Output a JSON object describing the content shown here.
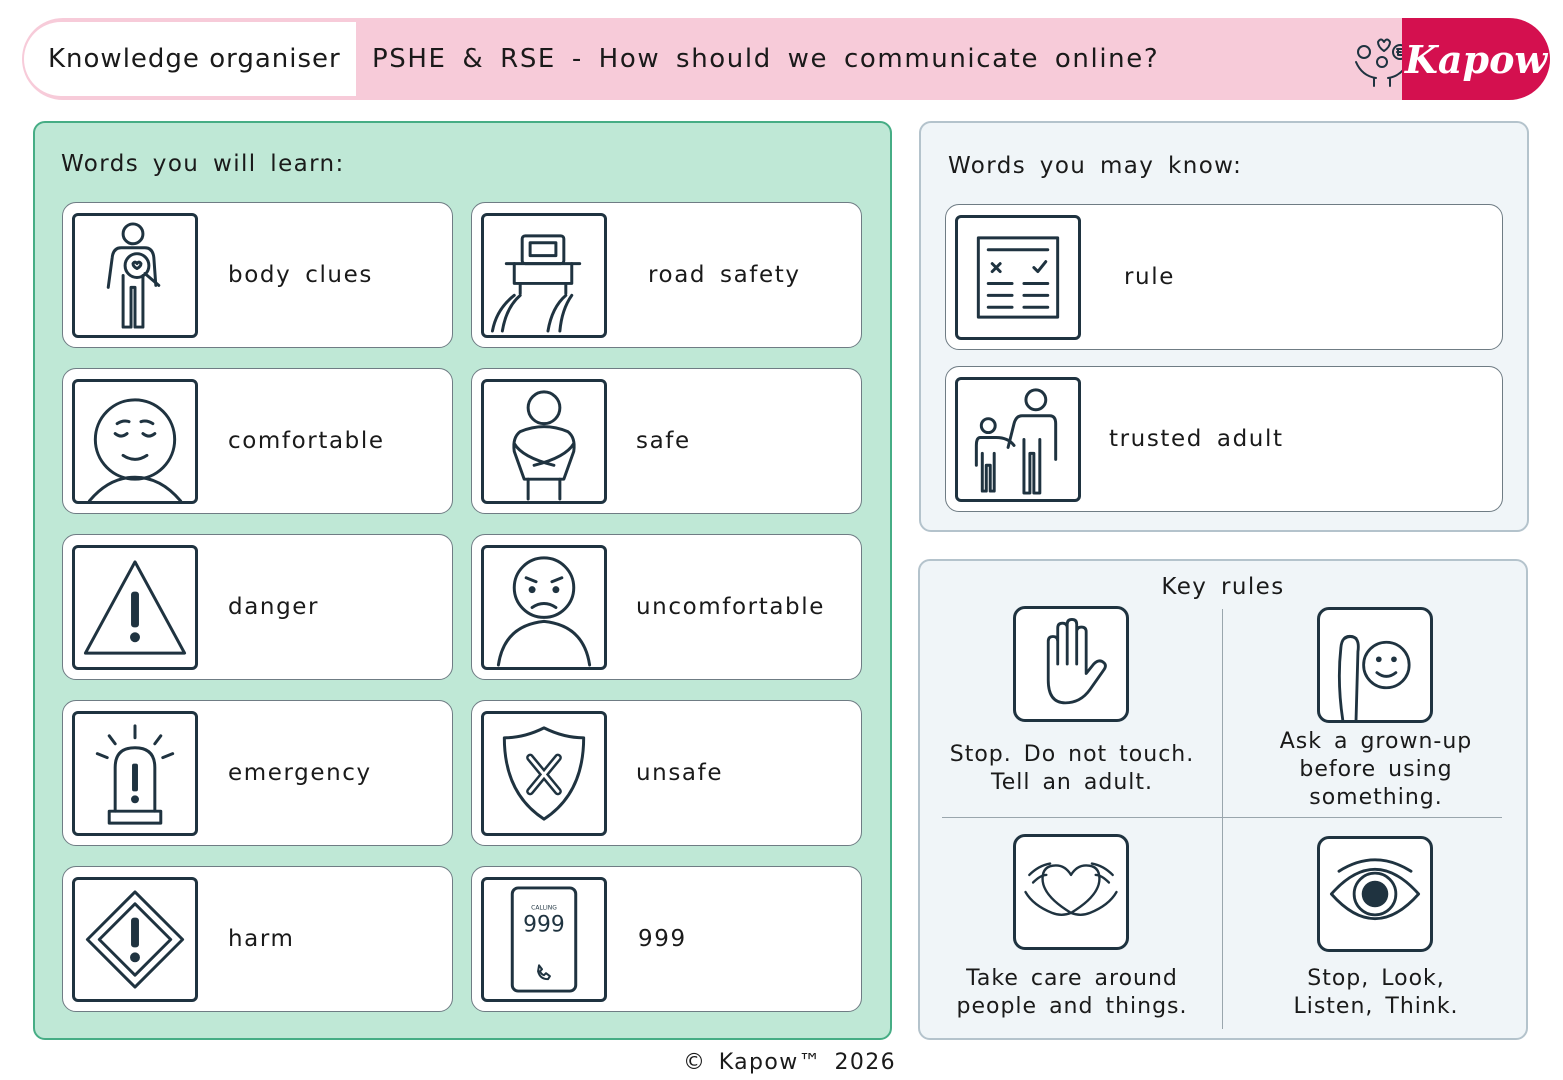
{
  "header": {
    "label": "Knowledge organiser",
    "title": "PSHE & RSE - How should we communicate online?",
    "subject_icon": "hands-heart-icon",
    "brand": "Kapow",
    "colors": {
      "header_bg": "#f7cbd9",
      "brand_bg": "#d4104f"
    }
  },
  "learn": {
    "heading": "Words you will learn:",
    "bg_color": "#bfe8d6",
    "items": [
      {
        "label": "body clues",
        "icon": "body-magnifier-icon"
      },
      {
        "label": "road safety",
        "icon": "car-road-icon"
      },
      {
        "label": "comfortable",
        "icon": "calm-face-icon"
      },
      {
        "label": "safe",
        "icon": "crossed-arms-person-icon"
      },
      {
        "label": "danger",
        "icon": "warning-triangle-icon"
      },
      {
        "label": "uncomfortable",
        "icon": "worried-face-icon"
      },
      {
        "label": "emergency",
        "icon": "siren-icon"
      },
      {
        "label": "unsafe",
        "icon": "shield-cross-icon"
      },
      {
        "label": "harm",
        "icon": "warning-diamond-icon"
      },
      {
        "label": "999",
        "icon": "phone-calling-icon",
        "phone_calling": "CALLING",
        "phone_number": "999"
      }
    ]
  },
  "know": {
    "heading": "Words you may know:",
    "items": [
      {
        "label": "rule",
        "icon": "rule-board-icon"
      },
      {
        "label": "trusted adult",
        "icon": "adult-child-icon"
      }
    ]
  },
  "rules": {
    "heading": "Key rules",
    "items": [
      {
        "text_line1": "Stop. Do not touch.",
        "text_line2": "Tell an adult.",
        "text_line3": "",
        "icon": "stop-hand-icon"
      },
      {
        "text_line1": "Ask a grown-up",
        "text_line2": "before using",
        "text_line3": "something.",
        "icon": "raised-hand-smile-icon"
      },
      {
        "text_line1": "Take care around",
        "text_line2": "people and things.",
        "text_line3": "",
        "icon": "heart-hands-icon"
      },
      {
        "text_line1": "Stop, Look,",
        "text_line2": "Listen, Think.",
        "text_line3": "",
        "icon": "eye-icon"
      }
    ]
  },
  "footer": {
    "copyright": "© Kapow™ 2026"
  }
}
